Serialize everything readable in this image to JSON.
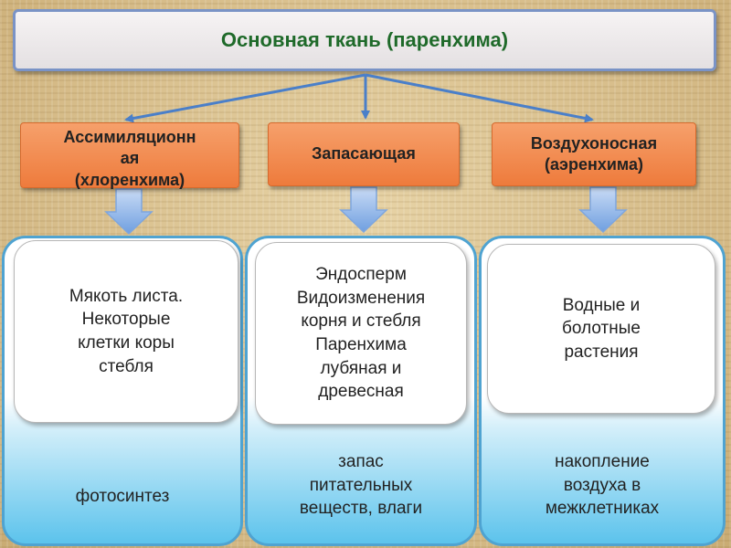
{
  "title": "Основная ткань (паренхима)",
  "categories": [
    {
      "label": "Ассимиляционн\nая\n(хлоренхима)",
      "description": "Мякоть листа.\nНекоторые\nклетки коры\nстебля",
      "function": "фотосинтез"
    },
    {
      "label": "Запасающая",
      "description": "Эндосперм\nВидоизменения\nкорня и стебля\nПаренхима\nлубяная и\nдревесная",
      "function": "запас\nпитательных\nвеществ, влаги"
    },
    {
      "label": "Воздухоносная\n(аэренхима)",
      "description": "Водные и\nболотные\nрастения",
      "function": "накопление\nвоздуха в\nмежклетниках"
    }
  ],
  "colors": {
    "title_text": "#1f6a2a",
    "title_border": "#7a93c6",
    "category_fill": "#ee7b3c",
    "panel_border": "#4fa3d1",
    "panel_bottom": "#5cc3ec",
    "arrow": "#4a7fc9"
  }
}
